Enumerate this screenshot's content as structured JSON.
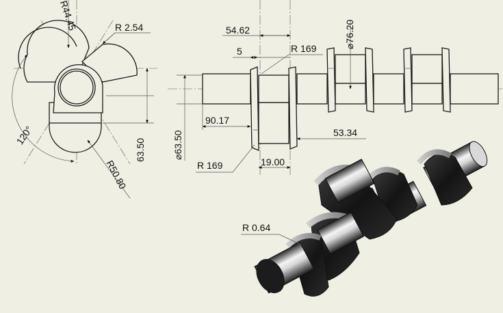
{
  "background": "#f0efe4",
  "dimensions": {
    "side_radius_large": "R44.45",
    "side_fillet": "R 2.54",
    "side_angle": "120°",
    "side_radius_web": "R50.80",
    "side_offset": "63.50",
    "front_web_width": "54.62",
    "front_small": "5",
    "front_radius_top": "R 169",
    "front_diameter_top": "⌀76.20",
    "front_diameter_left": "⌀63.50",
    "front_length": "90.17",
    "front_pitch": "53.34",
    "front_radius_bottom": "R 169",
    "front_pin_width": "19.00",
    "iso_fillet": "R 0.64"
  }
}
